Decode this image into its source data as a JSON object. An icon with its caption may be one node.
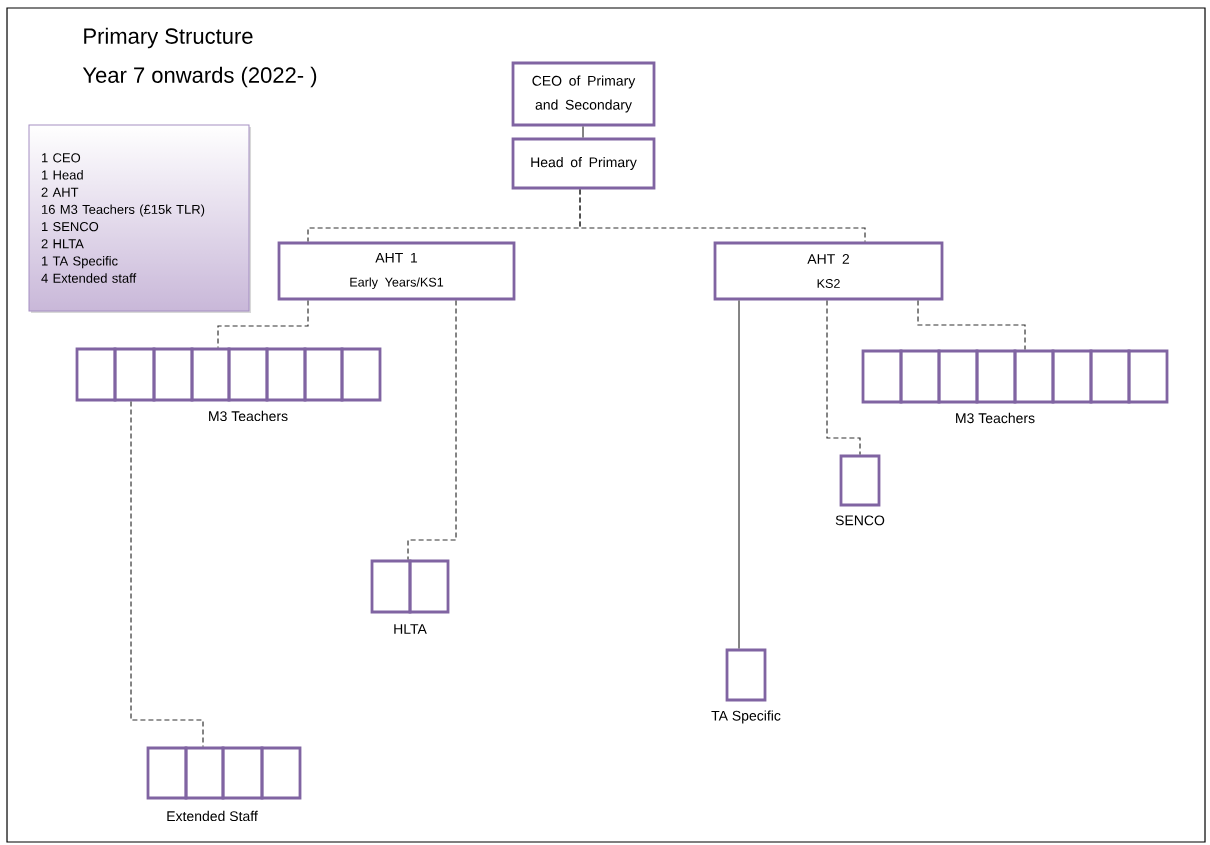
{
  "diagram": {
    "title": "Primary Structure",
    "nodes": [
      {
        "text": [
          "1 CEO",
          "1 Head",
          "2 AHT",
          "16 M3 Teachers (£15k TLR)",
          "1 SENCO",
          "2 HLTA",
          "1 TA Specific",
          "4 Extended staff"
        ]
      },
      {
        "text": [
          "CEO of Primary and Secondary"
        ]
      },
      {
        "text": [
          "Head of Primary"
        ]
      },
      {
        "text": [
          "AHT 1",
          "Early Years/KS1"
        ]
      },
      {
        "text": [
          "AHT 2",
          "KS2"
        ]
      },
      {
        "text": [],
        "shape": "box"
      },
      {
        "text": [],
        "shape": "box"
      },
      {
        "text": [],
        "shape": "box"
      },
      {
        "text": [],
        "shape": "box"
      },
      {
        "text": [],
        "shape": "box"
      },
      {
        "text": [],
        "shape": "box"
      },
      {
        "text": [],
        "shape": "box"
      },
      {
        "text": [],
        "shape": "box"
      },
      {
        "text": [],
        "shape": "box"
      },
      {
        "text": [],
        "shape": "box"
      },
      {
        "text": [],
        "shape": "box"
      },
      {
        "text": [],
        "shape": "box"
      },
      {
        "text": [],
        "shape": "box"
      },
      {
        "text": [],
        "shape": "box"
      },
      {
        "text": [],
        "shape": "box"
      },
      {
        "text": [],
        "shape": "box"
      },
      {
        "text": [],
        "shape": "box",
        "beside": [
          "SENCO"
        ]
      },
      {
        "text": [],
        "shape": "box"
      },
      {
        "text": [],
        "shape": "box"
      },
      {
        "text": [],
        "shape": "box",
        "beside": [
          "TA Specific"
        ]
      },
      {
        "text": [],
        "shape": "box"
      },
      {
        "text": [],
        "shape": "box"
      },
      {
        "text": [],
        "shape": "box"
      },
      {
        "text": [],
        "shape": "box"
      }
    ],
    "edges": [
      {
        "from": 1,
        "to": 2,
        "arrow": "none"
      },
      {
        "from": 2,
        "to": 3,
        "arrow": "none",
        "style": "dashed"
      },
      {
        "from": 2,
        "to": 4,
        "arrow": "none",
        "style": "dashed"
      },
      {
        "from": 3,
        "to": 8,
        "arrow": "none",
        "style": "dashed"
      },
      {
        "from": 3,
        "to": 22,
        "arrow": "none",
        "style": "dashed"
      },
      {
        "from": 4,
        "to": 24,
        "arrow": "none"
      },
      {
        "from": 4,
        "to": 21,
        "arrow": "none",
        "style": "dashed"
      },
      {
        "from": 4,
        "to": 17,
        "arrow": "none",
        "style": "dashed"
      },
      {
        "from": 6,
        "to": 26,
        "arrow": "none",
        "style": "dashed"
      }
    ],
    "labels": [
      "Year 7 onwards (2022- )",
      "M3 Teachers",
      "M3 Teachers",
      "HLTA",
      "Extended Staff"
    ]
  }
}
